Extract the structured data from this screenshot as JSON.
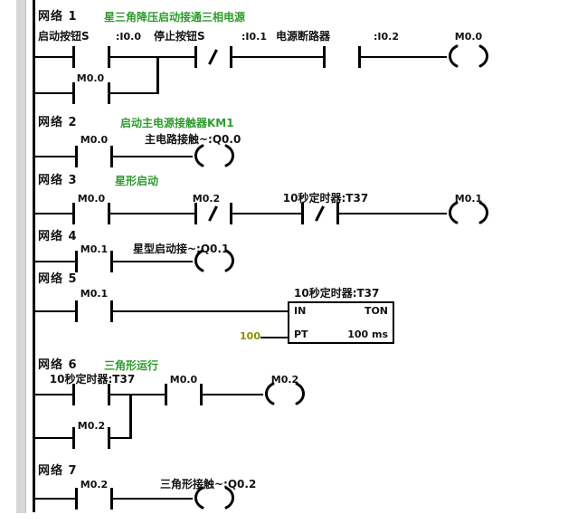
{
  "colors": {
    "comment_green": "#2e9b2e",
    "preset_olive": "#8f8f00"
  },
  "networks": {
    "n1": {
      "title": "网络 1",
      "comment": "星三角降压启动接通三相电源",
      "contact1_name": "启动按钮S",
      "contact1_addr": ":I0.0",
      "contact2_name": "停止按钮S",
      "contact2_addr": ":I0.1",
      "contact3_name": "电源断路器",
      "contact3_addr": ":I0.2",
      "coil_label": "M0.0",
      "branch_contact_label": "M0.0"
    },
    "n2": {
      "title": "网络 2",
      "comment": "启动主电源接触器KM1",
      "contact1_label": "M0.0",
      "coil_label": "主电路接触~:Q0.0"
    },
    "n3": {
      "title": "网络 3",
      "comment": "星形启动",
      "contact1_label": "M0.0",
      "contact2_label": "M0.2",
      "contact3_label": "10秒定时器:T37",
      "coil_label": "M0.1"
    },
    "n4": {
      "title": "网络 4",
      "contact1_label": "M0.1",
      "coil_label": "星型启动接~:Q0.1"
    },
    "n5": {
      "title": "网络 5",
      "contact1_label": "M0.1",
      "timer_label": "10秒定时器:T37",
      "timer_in_pin": "IN",
      "timer_type": "TON",
      "timer_pt_pin": "PT",
      "timer_base": "100 ms",
      "timer_preset": "100"
    },
    "n6": {
      "title": "网络 6",
      "comment": "三角形运行",
      "contact1_label": "10秒定时器:T37",
      "contact2_label": "M0.0",
      "coil_label": "M0.2",
      "branch_contact_label": "M0.2"
    },
    "n7": {
      "title": "网络 7",
      "contact1_label": "M0.2",
      "coil_label": "三角形接触~:Q0.2"
    }
  }
}
